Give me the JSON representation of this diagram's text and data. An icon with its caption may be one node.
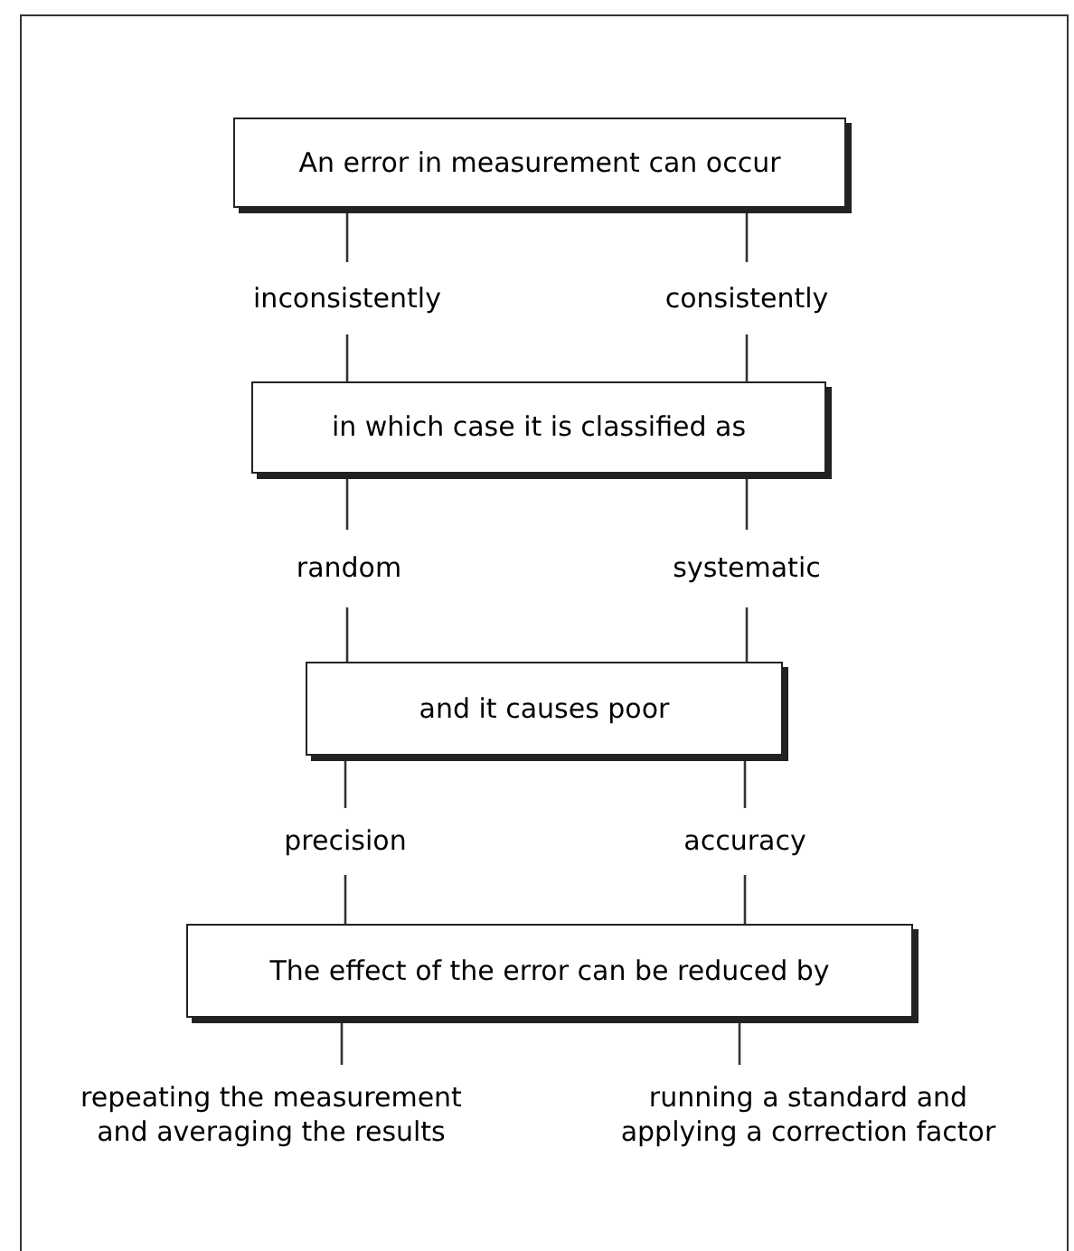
{
  "diagram": {
    "nodes": [
      {
        "text": [
          "An error in measurement can occur"
        ]
      },
      {
        "text": [
          "inconsistently"
        ]
      },
      {
        "text": [
          "consistently"
        ]
      },
      {
        "text": [
          "in which case it is classified as"
        ]
      },
      {
        "text": [
          "random"
        ]
      },
      {
        "text": [
          "systematic"
        ]
      },
      {
        "text": [
          "and it causes poor"
        ]
      },
      {
        "text": [
          "precision"
        ]
      },
      {
        "text": [
          "accuracy"
        ]
      },
      {
        "text": [
          "The effect of the error can be reduced by"
        ]
      },
      {
        "text": [
          "repeating the measurement and averaging the results"
        ]
      },
      {
        "text": [
          "running a standard and applying a correction factor"
        ]
      }
    ],
    "edges": [
      {
        "from": 0,
        "to": 1,
        "arrow": "none"
      },
      {
        "from": 0,
        "to": 2,
        "arrow": "none"
      },
      {
        "from": 1,
        "to": 3,
        "arrow": "none"
      },
      {
        "from": 2,
        "to": 3,
        "arrow": "none"
      },
      {
        "from": 3,
        "to": 4,
        "arrow": "none"
      },
      {
        "from": 3,
        "to": 5,
        "arrow": "none"
      },
      {
        "from": 4,
        "to": 6,
        "arrow": "none"
      },
      {
        "from": 5,
        "to": 6,
        "arrow": "none"
      },
      {
        "from": 6,
        "to": 7,
        "arrow": "none"
      },
      {
        "from": 6,
        "to": 8,
        "arrow": "none"
      },
      {
        "from": 7,
        "to": 9,
        "arrow": "none"
      },
      {
        "from": 8,
        "to": 9,
        "arrow": "none"
      },
      {
        "from": 9,
        "to": 10,
        "arrow": "none"
      },
      {
        "from": 9,
        "to": 11,
        "arrow": "none"
      }
    ]
  }
}
